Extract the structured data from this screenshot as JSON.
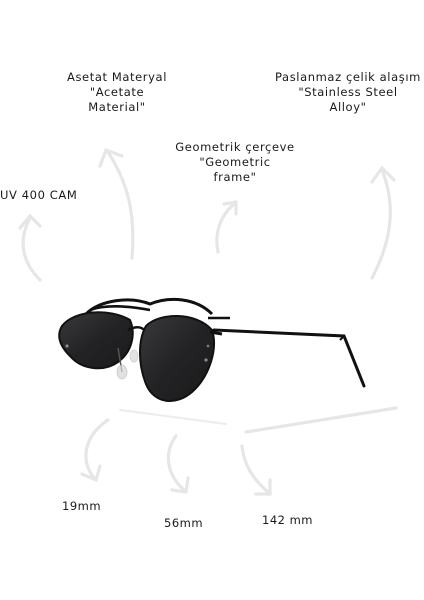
{
  "features": {
    "acetate": {
      "line1": "Asetat Materyal",
      "line2": "\"Acetate",
      "line3": "Material\""
    },
    "steel": {
      "line1": "Paslanmaz çelik alaşım",
      "line2": "\"Stainless Steel",
      "line3": "Alloy\""
    },
    "geometric": {
      "line1": "Geometrik çerçeve",
      "line2": "\"Geometric",
      "line3": "frame\""
    },
    "uv": {
      "line1": "UV 400 CAM"
    }
  },
  "dimensions": {
    "bridge": "19mm",
    "lens": "56mm",
    "temple": "142 mm"
  },
  "colors": {
    "frame": "#111111",
    "lens": "#2a2a2c",
    "arrow": "#e6e6e6",
    "text": "#1a1a1a"
  },
  "icons": [
    "curved-arrow-icon"
  ]
}
